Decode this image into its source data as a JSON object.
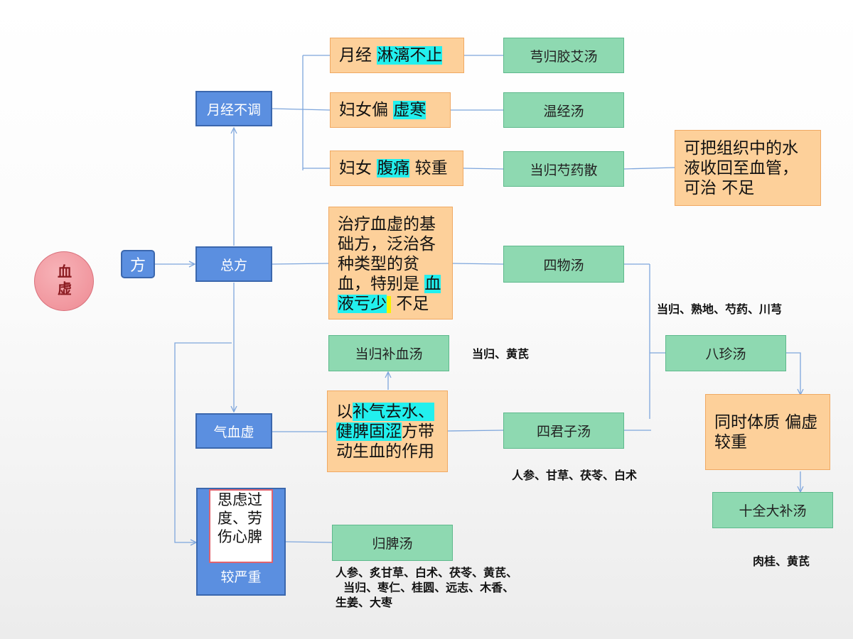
{
  "root": {
    "label": "血虚"
  },
  "fang": {
    "label": "方"
  },
  "categories": {
    "yuejing": "月经不调",
    "zongfang": "总方",
    "qixue": "气血虚",
    "severe_text": "思虑过度、劳伤心脾",
    "severe_label": "较严重"
  },
  "conditions": {
    "c1_a": "月经 ",
    "c1_b": "淋漓不止",
    "c2_a": "妇女偏 ",
    "c2_b": "虚寒",
    "c3_a": "妇女 ",
    "c3_b": "腹痛",
    "c3_c": " 较重",
    "c4_a": "治疗血虚的基础方，泛治各种类型的贫血，特别是 ",
    "c4_b": "血液亏少",
    "c4_c": " 不足",
    "c5_a": "以",
    "c5_b": "补气去水、健脾固涩",
    "c5_c": "方带动生血的作用",
    "c6": "可把组织中的水液收回至血管，可治  不足",
    "c7": "同时体质  偏虚较重"
  },
  "formulas": {
    "f1": "芎归胶艾汤",
    "f2": "温经汤",
    "f3": "当归芍药散",
    "f4": "四物汤",
    "f5": "当归补血汤",
    "f6": "四君子汤",
    "f7": "归脾汤",
    "f8": "八珍汤",
    "f9": "十全大补汤"
  },
  "ingredients": {
    "siwu": "当归、熟地、芍药、川芎",
    "buxue": "当归、黄芪",
    "sijunzi": "人参、甘草、茯苓、白术",
    "guipi": "人参、炙甘草、白术、茯苓、黄芪、\n  当归、枣仁、桂圆、远志、木香、\n生姜、大枣",
    "shiquan": "肉桂、黄芪"
  },
  "colors": {
    "blue_box": "#5b8fe0",
    "green_box": "#8ed9b1",
    "orange_box": "#fdd09a",
    "highlight": "#22f0ee",
    "line": "#7ea6dc",
    "root_circle": "#ee8a93"
  }
}
